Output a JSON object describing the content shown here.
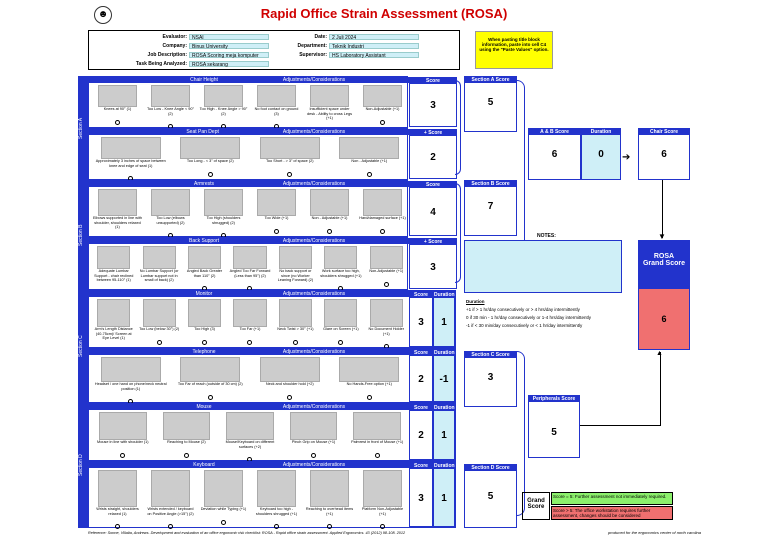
{
  "title": "Rapid Office Strain Assessment (ROSA)",
  "header": {
    "evaluator_label": "Evaluator:",
    "evaluator": "NSAI",
    "company_label": "Company:",
    "company": "Binus University",
    "job_label": "Job Description:",
    "job": "ROSA Scoring meja komputer",
    "task_label": "Task Being Analyzed:",
    "task": "ROSA sekarang",
    "date_label": "Date:",
    "date": "2 Juli 2024",
    "dept_label": "Department:",
    "dept": "Teknik Industri",
    "sup_label": "Supervisor:",
    "sup": "HS Laboratory Assistant"
  },
  "paste_note": "When pasting title block information, paste into cell C4 using the \"Paste Values\" option.",
  "sections": {
    "a": "Section A",
    "b": "Section B",
    "c": "Section C",
    "d": "Section D"
  },
  "rows": [
    {
      "band": "Chair Height",
      "band2": "Adjustments/Considerations",
      "score_hdr": "Score",
      "score": "3",
      "dur": ""
    },
    {
      "band": "Seat Pan Depth",
      "band2": "Adjustments/Considerations",
      "score_hdr": "+ Score",
      "score": "2",
      "dur": ""
    },
    {
      "band": "Armrests",
      "band2": "Adjustments/Considerations",
      "score_hdr": "Score",
      "score": "4",
      "dur": ""
    },
    {
      "band": "Back Support",
      "band2": "Adjustments/Considerations",
      "score_hdr": "+ Score",
      "score": "3",
      "dur": ""
    },
    {
      "band": "Monitor",
      "band2": "Adjustments/Considerations",
      "score_hdr": "Score",
      "dur_hdr": "Duration",
      "score": "3",
      "dur": "1"
    },
    {
      "band": "Telephone",
      "band2": "Adjustments/Considerations",
      "score_hdr": "Score",
      "dur_hdr": "Duration",
      "score": "2",
      "dur": "-1"
    },
    {
      "band": "Mouse",
      "band2": "Adjustments/Considerations",
      "score_hdr": "Score",
      "dur_hdr": "Duration",
      "score": "2",
      "dur": "1"
    },
    {
      "band": "Keyboard",
      "band2": "Adjustments/Considerations",
      "score_hdr": "Score",
      "dur_hdr": "Duration",
      "score": "3",
      "dur": "1"
    }
  ],
  "captions": {
    "r1": [
      "Knees at 90° (1)",
      "Too Low - Knee Angle < 90° (2)",
      "Too High - Knee Angle > 90° (2)",
      "No foot contact on ground (3)",
      "Insufficient space under desk - Ability to cross Legs (+1)",
      "Non-Adjustable (+1)"
    ],
    "r2": [
      "Approximately 3 inches of space between knee and edge of seat (1)",
      "Too Long - < 3\" of space (2)",
      "Too Short - > 3\" of space (2)",
      "Non - Adjustable (+1)"
    ],
    "r3": [
      "Elbows supported in line with shoulder, shoulders relaxed (1)",
      "Too Low (elbows unsupported) (2)",
      "Too High (shoulders shrugged) (2)",
      "Too Wide (+1)",
      "Non - Adjustable (+1)",
      "Hard/damaged surface (+1)"
    ],
    "r4": [
      "Adequate Lumbar Support - chair reclined between 95-110° (1)",
      "No Lumbar Support (or Lumbar support not in small of back) (2)",
      "Angled Back Greater than 110° (2)",
      "Angled Too Far Forward (Less than 95°) (2)",
      "No back support or since (no Worker Leaning Forward) (2)",
      "Work surface too high, shoulders shrugged (+1)",
      "Non-Adjustable (+1)"
    ],
    "r5": [
      "Arm's Length Distance (40-75cm)/ Screen at Eye Level (1)",
      "Too Low (below 30°) (2)",
      "Too High (3)",
      "Too Far (+1)",
      "Neck Twist > 30° (+1)",
      "Glare on Screen (+1)",
      "No Document Holder (+1)"
    ],
    "r6": [
      "Headset / one hand on phone/neck neutral position (1)",
      "Too Far of reach (outside of 30 cm) (2)",
      "Neck and shoulder hold (+2)",
      "No Hands-Free option (+1)"
    ],
    "r7": [
      "Mouse in line with shoulder (1)",
      "Reaching to Mouse (2)",
      "Mouse/Keyboard on different surfaces (+2)",
      "Pinch Grip on Mouse (+1)",
      "Palmrest in front of Mouse (+1)"
    ],
    "r8": [
      "Wrists straight, shoulders relaxed (1)",
      "Wrists extended / keyboard on Positive Angle (>15°) (2)",
      "Deviation while Typing (+1)",
      "Keyboard too high - shoulders shrugged (+1)",
      "Reaching to overhead items (+1)",
      "Platform Non-Adjustable (+1)"
    ]
  },
  "sub_scores": {
    "a_hdr": "Section A Score",
    "a": "5",
    "b_hdr": "Section B Score",
    "b": "7",
    "c_hdr": "Section C Score",
    "c": "3",
    "d_hdr": "Section D Score",
    "d": "5"
  },
  "ab": {
    "ab_hdr": "A & B Score",
    "ab": "6",
    "dur_hdr": "Duration",
    "dur": "0",
    "chair_hdr": "Chair Score",
    "chair": "6"
  },
  "peripherals": {
    "hdr": "Peripherals Score",
    "val": "5"
  },
  "grand": {
    "label1": "ROSA",
    "label2": "Grand Score",
    "val": "6",
    "side_label1": "Grand",
    "side_label2": "Score"
  },
  "notes_label": "NOTES:",
  "duration": {
    "title": "Duration",
    "l1": "+1 if > 1 hr/day consecutively or > 4 hrs/day intermittently",
    "l2": "0 if 30 min - 1 hr/day consecutively or 1-4 hrs/day intermittently",
    "l3": "-1 if < 30 min/day consecutively or < 1 hr/day intermittently"
  },
  "legend": {
    "g": "Score = 5: Further assessment not immediately required.",
    "r": "Score > 5: The office workstation requires further assessment, changes should be considered"
  },
  "footer": "Reference: Sonne, Villalta, Andrews. Development and evaluation of an office ergonomic risk checklist: ROSA - Rapid office strain assessment. Applied Ergonomics. 43 (2012) 98-108. 2012",
  "credit": "produced for the ergonomics center of north carolina",
  "colors": {
    "blue": "#2233cc",
    "cyan": "#cfeff7",
    "green": "#8cf06c",
    "red": "#f07070",
    "yellow": "#ffff00"
  }
}
